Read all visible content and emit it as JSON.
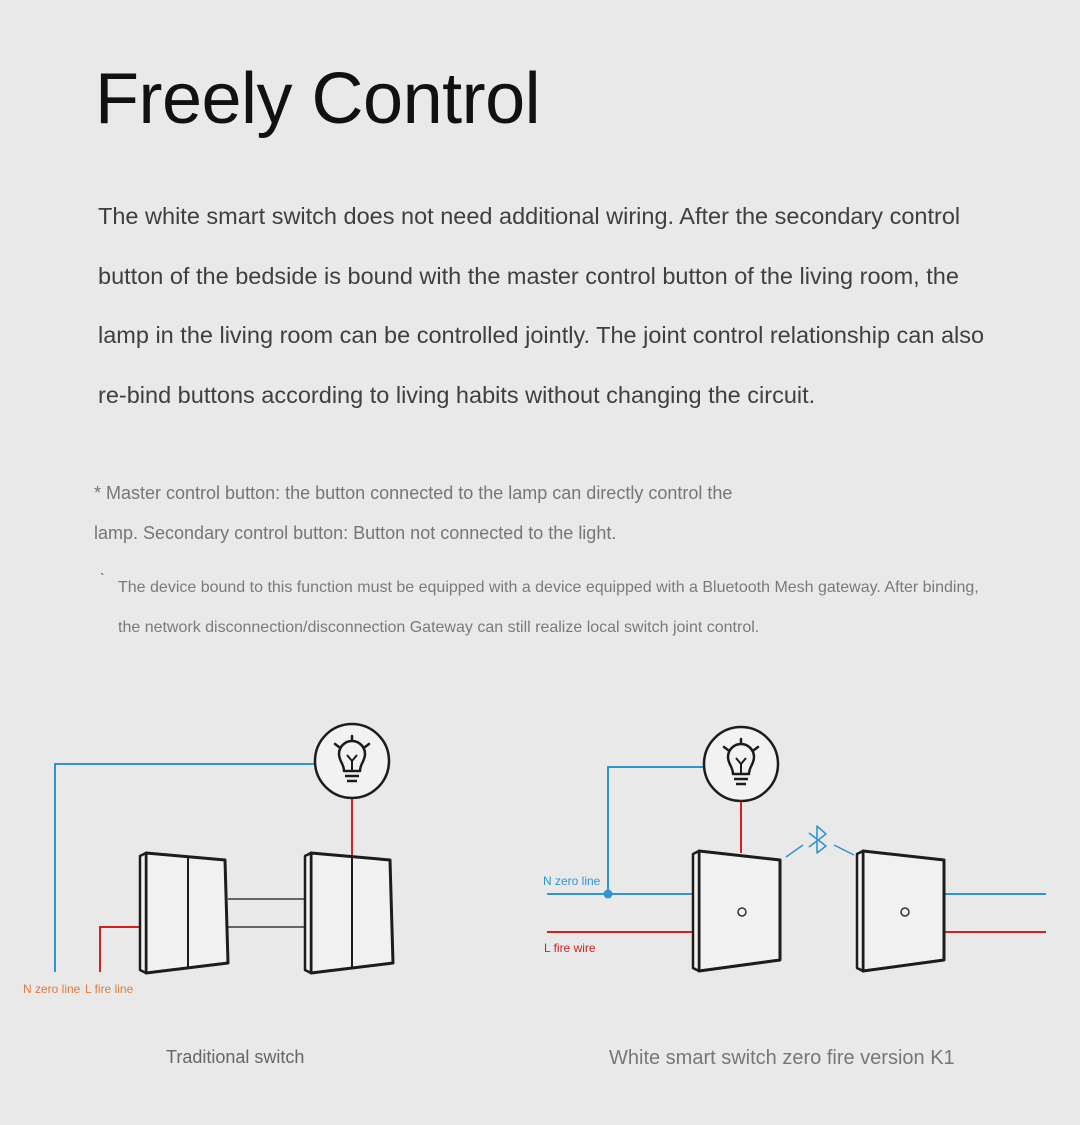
{
  "title": "Freely Control",
  "description": "The white smart switch does not need additional wiring. After the secondary control button of the bedside is bound with the master control button of the living room, the lamp in the living room can be controlled jointly. The joint control relationship can also re-bind buttons according to living habits without changing the circuit.",
  "note_master": "* Master control button: the button connected to the lamp can directly control the lamp. Secondary control button: Button not connected to the light.",
  "note_tick": "`",
  "note_gateway": "The device bound to this function must be equipped with a device equipped with a Bluetooth Mesh gateway. After binding, the network disconnection/disconnection Gateway can still realize local switch joint control.",
  "left_diagram": {
    "wire_label_n": "N zero line",
    "wire_label_l": "L fire line",
    "caption": "Traditional switch"
  },
  "right_diagram": {
    "wire_label_n": "N zero line",
    "wire_label_l": "L fire wire",
    "caption": "White smart switch zero fire version K1"
  },
  "colors": {
    "neutral_wire": "#2f95d0",
    "live_wire": "#d91e1e",
    "label_orange": "#e07a3a",
    "switch_outline": "#1c1c1c",
    "panel_fill": "#f1f1f1"
  },
  "icons": [
    "bulb-icon",
    "bluetooth-icon"
  ]
}
